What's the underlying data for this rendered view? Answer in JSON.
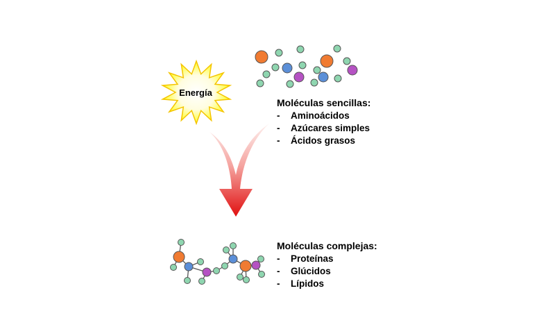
{
  "energy": {
    "label": "Energía"
  },
  "simple_molecules": {
    "title": "Moléculas sencillas:",
    "items": [
      {
        "dash": "-",
        "label": "Aminoácidos"
      },
      {
        "dash": "-",
        "label": "Azúcares simples"
      },
      {
        "dash": "-",
        "label": "Ácidos grasos"
      }
    ]
  },
  "complex_molecules": {
    "title": "Moléculas complejas:",
    "items": [
      {
        "dash": "-",
        "label": "Proteínas"
      },
      {
        "dash": "-",
        "label": "Glúcidos"
      },
      {
        "dash": "-",
        "label": "Lípidos"
      }
    ]
  },
  "colors": {
    "sun_fill": "#ffff33",
    "sun_stroke": "#f2c200",
    "arrow_light": "#fbe0dc",
    "arrow_dark": "#e01818",
    "orange": "#f07b32",
    "blue": "#5b8fd8",
    "purple": "#b552c3",
    "green": "#8fd6b0"
  }
}
